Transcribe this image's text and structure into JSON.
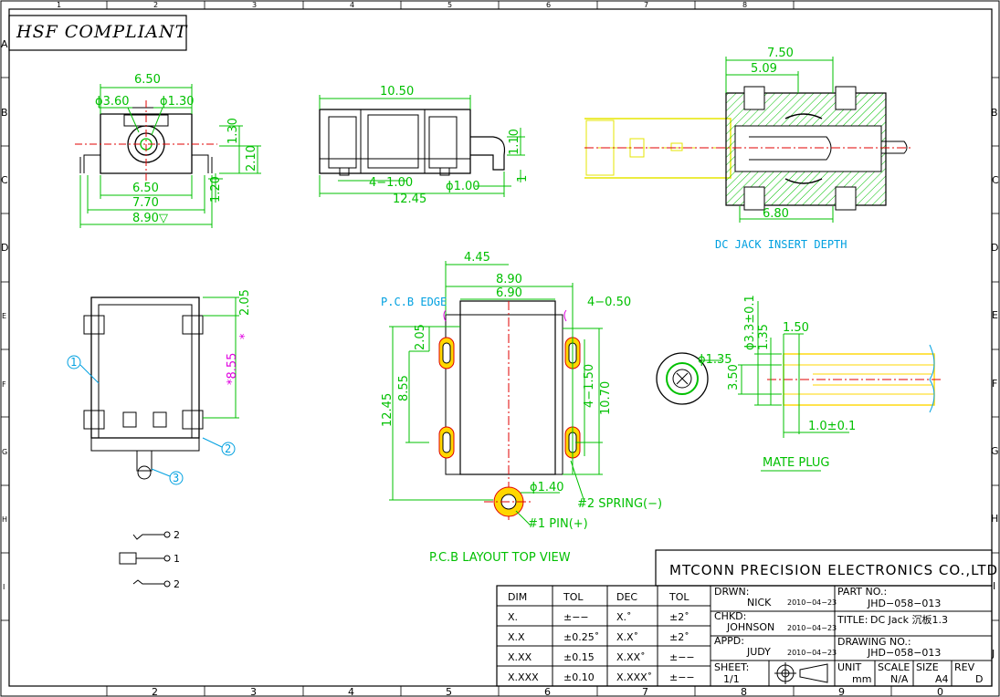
{
  "header": {
    "hsf": "HSF COMPLIANT"
  },
  "zones": {
    "top_cols": [
      "1",
      "2",
      "3",
      "4",
      "5",
      "6",
      "7",
      "8"
    ],
    "bottom_cols": [
      "2",
      "3",
      "4",
      "5",
      "6",
      "7",
      "8",
      "9",
      "0"
    ],
    "rows": [
      "A",
      "B",
      "C",
      "D",
      "E",
      "F",
      "G",
      "H",
      "I",
      "J"
    ]
  },
  "front_view": {
    "d650_top": "6.50",
    "phi360": "ϕ3.60",
    "phi130": "ϕ1.30",
    "d130": "1.30",
    "d210": "2.10",
    "d120": "1.20",
    "d650_bot": "6.50",
    "d770": "7.70",
    "d890": "8.90▽"
  },
  "side_view": {
    "d1050": "10.50",
    "d110": "1.10",
    "d1": "1",
    "d4_100": "4−1.00",
    "phi100": "ϕ1.00",
    "d1245": "12.45"
  },
  "insert_view": {
    "d750": "7.50",
    "d509": "5.09",
    "d680": "6.80",
    "caption": "DC JACK INSERT DEPTH"
  },
  "bottom_view": {
    "d205": "2.05",
    "d855": "*8.55",
    "star": "*",
    "c1": "1",
    "c2": "2",
    "c3": "3"
  },
  "pcb_view": {
    "d445": "4.45",
    "d890": "8.90",
    "d690": "6.90",
    "d4_050": "4−0.50",
    "edge": "P.C.B EDGE",
    "d205": "2.05",
    "d855": "8.55",
    "d1245": "12.45",
    "d4_150": "4−1.50",
    "d1070": "10.70",
    "phi140": "ϕ1.40",
    "spring": "#2 SPRING(−)",
    "pin": "#1 PIN(+)",
    "caption": "P.C.B LAYOUT TOP VIEW"
  },
  "mate_plug": {
    "phi135": "ϕ1.35",
    "d33": "ϕ3.3±0.1",
    "d135": "1.35",
    "d150": "1.50",
    "d350": "3.50",
    "d10": "1.0±0.1",
    "caption": "MATE PLUG"
  },
  "schematic": {
    "p2a": "2",
    "p1": "1",
    "p2b": "2"
  },
  "tolerance": {
    "headers": [
      "DIM",
      "TOL",
      "DEC",
      "TOL"
    ],
    "rows": [
      [
        "X.",
        "±−−",
        "X.˚",
        "±2˚"
      ],
      [
        "X.X",
        "±0.25˚",
        "X.X˚",
        "±2˚"
      ],
      [
        "X.XX",
        "±0.15",
        "X.XX˚",
        "±−−"
      ],
      [
        "X.XXX",
        "±0.10",
        "X.XXX˚",
        "±−−"
      ]
    ]
  },
  "title_block": {
    "company": "MTCONN PRECISION ELECTRONICS CO.,LTD",
    "drwn_label": "DRWN:",
    "drwn_name": "NICK",
    "drwn_date": "2010−04−23",
    "chkd_label": "CHKD:",
    "chkd_name": "JOHNSON",
    "chkd_date": "2010−04−23",
    "appd_label": "APPD:",
    "appd_name": "JUDY",
    "appd_date": "2010−04−23",
    "sheet_label": "SHEET:",
    "sheet_val": "1/1",
    "part_label": "PART NO.:",
    "part_val": "JHD−058−013",
    "title_label": "TITLE:",
    "title_val": "DC Jack 沉板1.3",
    "drawing_label": "DRAWING NO.:",
    "drawing_val": "JHD−058−013",
    "unit_label": "UNIT",
    "unit_val": "mm",
    "scale_label": "SCALE",
    "scale_val": "N/A",
    "size_label": "SIZE",
    "size_val": "A4",
    "rev_label": "REV",
    "rev_val": "D"
  },
  "colors": {
    "dim": "#00c000",
    "note": "#00a0e0",
    "yellow": "#e6e600",
    "red": "#e00000",
    "magenta": "#e000e0",
    "plug": "#ffd700",
    "hatch": "#00c000"
  }
}
